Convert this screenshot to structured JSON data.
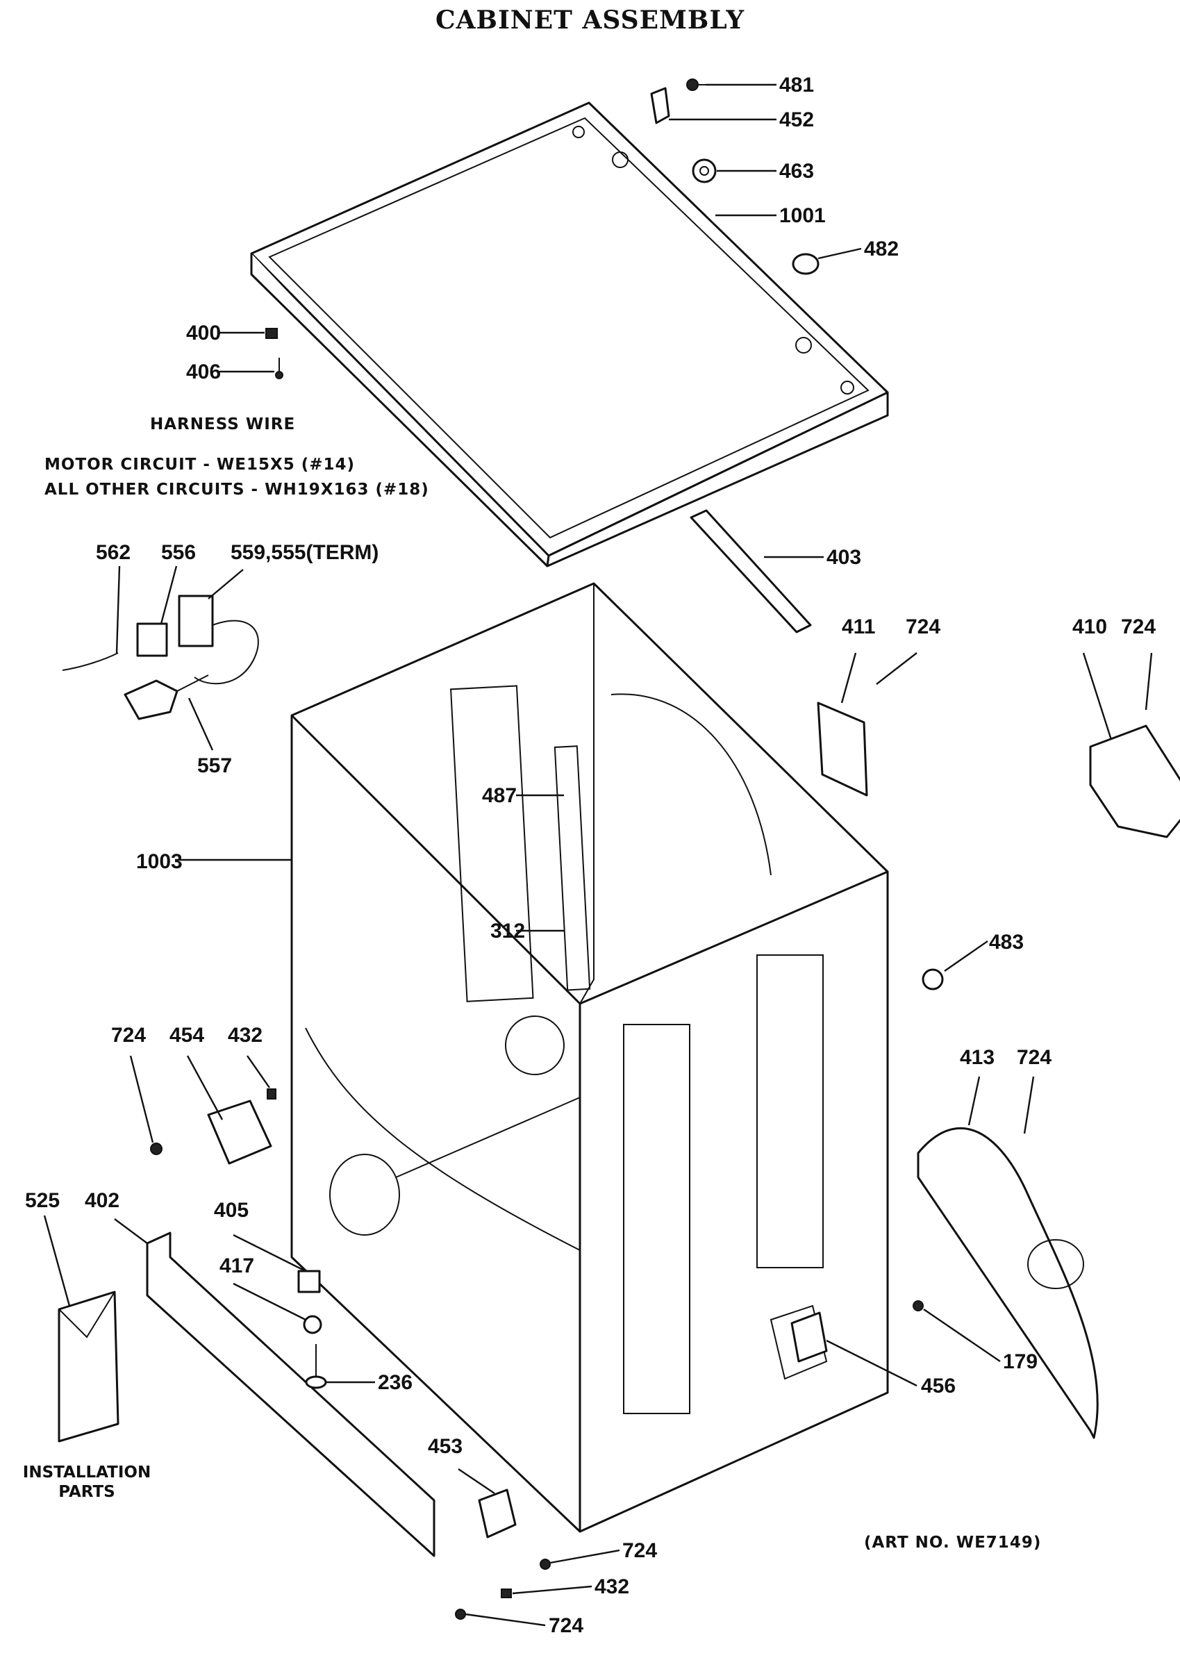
{
  "title": "CABINET ASSEMBLY",
  "notes": {
    "harness_heading": "HARNESS WIRE",
    "motor_circuit": "MOTOR CIRCUIT - WE15X5 (#14)",
    "other_circuits": "ALL OTHER CIRCUITS - WH19X163 (#18)",
    "installation": "INSTALLATION PARTS",
    "art_no": "(ART NO. WE7149)"
  },
  "callouts": {
    "c481": "481",
    "c452": "452",
    "c463": "463",
    "c1001": "1001",
    "c482": "482",
    "c400": "400",
    "c406": "406",
    "c562": "562",
    "c556": "556",
    "c559": "559,555(TERM)",
    "c557": "557",
    "c403": "403",
    "c411": "411",
    "c724a": "724",
    "c410": "410",
    "c724b": "724",
    "c487": "487",
    "c1003": "1003",
    "c312": "312",
    "c483": "483",
    "c724c": "724",
    "c454": "454",
    "c432a": "432",
    "c413": "413",
    "c724d": "724",
    "c525": "525",
    "c402": "402",
    "c405": "405",
    "c417": "417",
    "c236": "236",
    "c179": "179",
    "c456": "456",
    "c453": "453",
    "c724e": "724",
    "c432b": "432",
    "c724f": "724"
  }
}
